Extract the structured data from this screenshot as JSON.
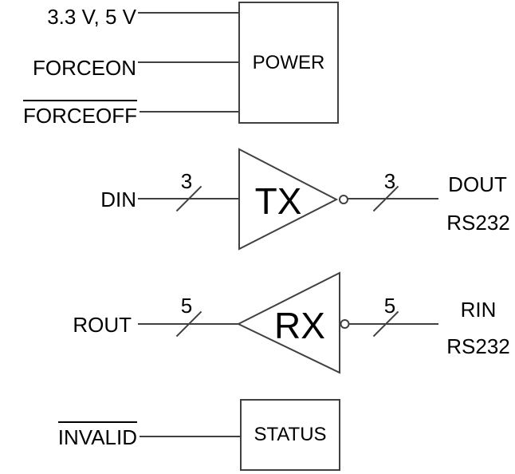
{
  "colors": {
    "background": "#ffffff",
    "line": "#404040",
    "text": "#000000"
  },
  "power": {
    "title": "POWER",
    "vcc": "3.3 V, 5 V",
    "forceon": "FORCEON",
    "forceoff": "FORCEOFF"
  },
  "tx": {
    "title": "TX",
    "din": "DIN",
    "bus_in": "3",
    "bus_out": "3",
    "dout": "DOUT",
    "dout_sub": "RS232"
  },
  "rx": {
    "title": "RX",
    "rout": "ROUT",
    "bus_left": "5",
    "bus_right": "5",
    "rin": "RIN",
    "rin_sub": "RS232"
  },
  "status": {
    "title": "STATUS",
    "invalid": "INVALID"
  }
}
